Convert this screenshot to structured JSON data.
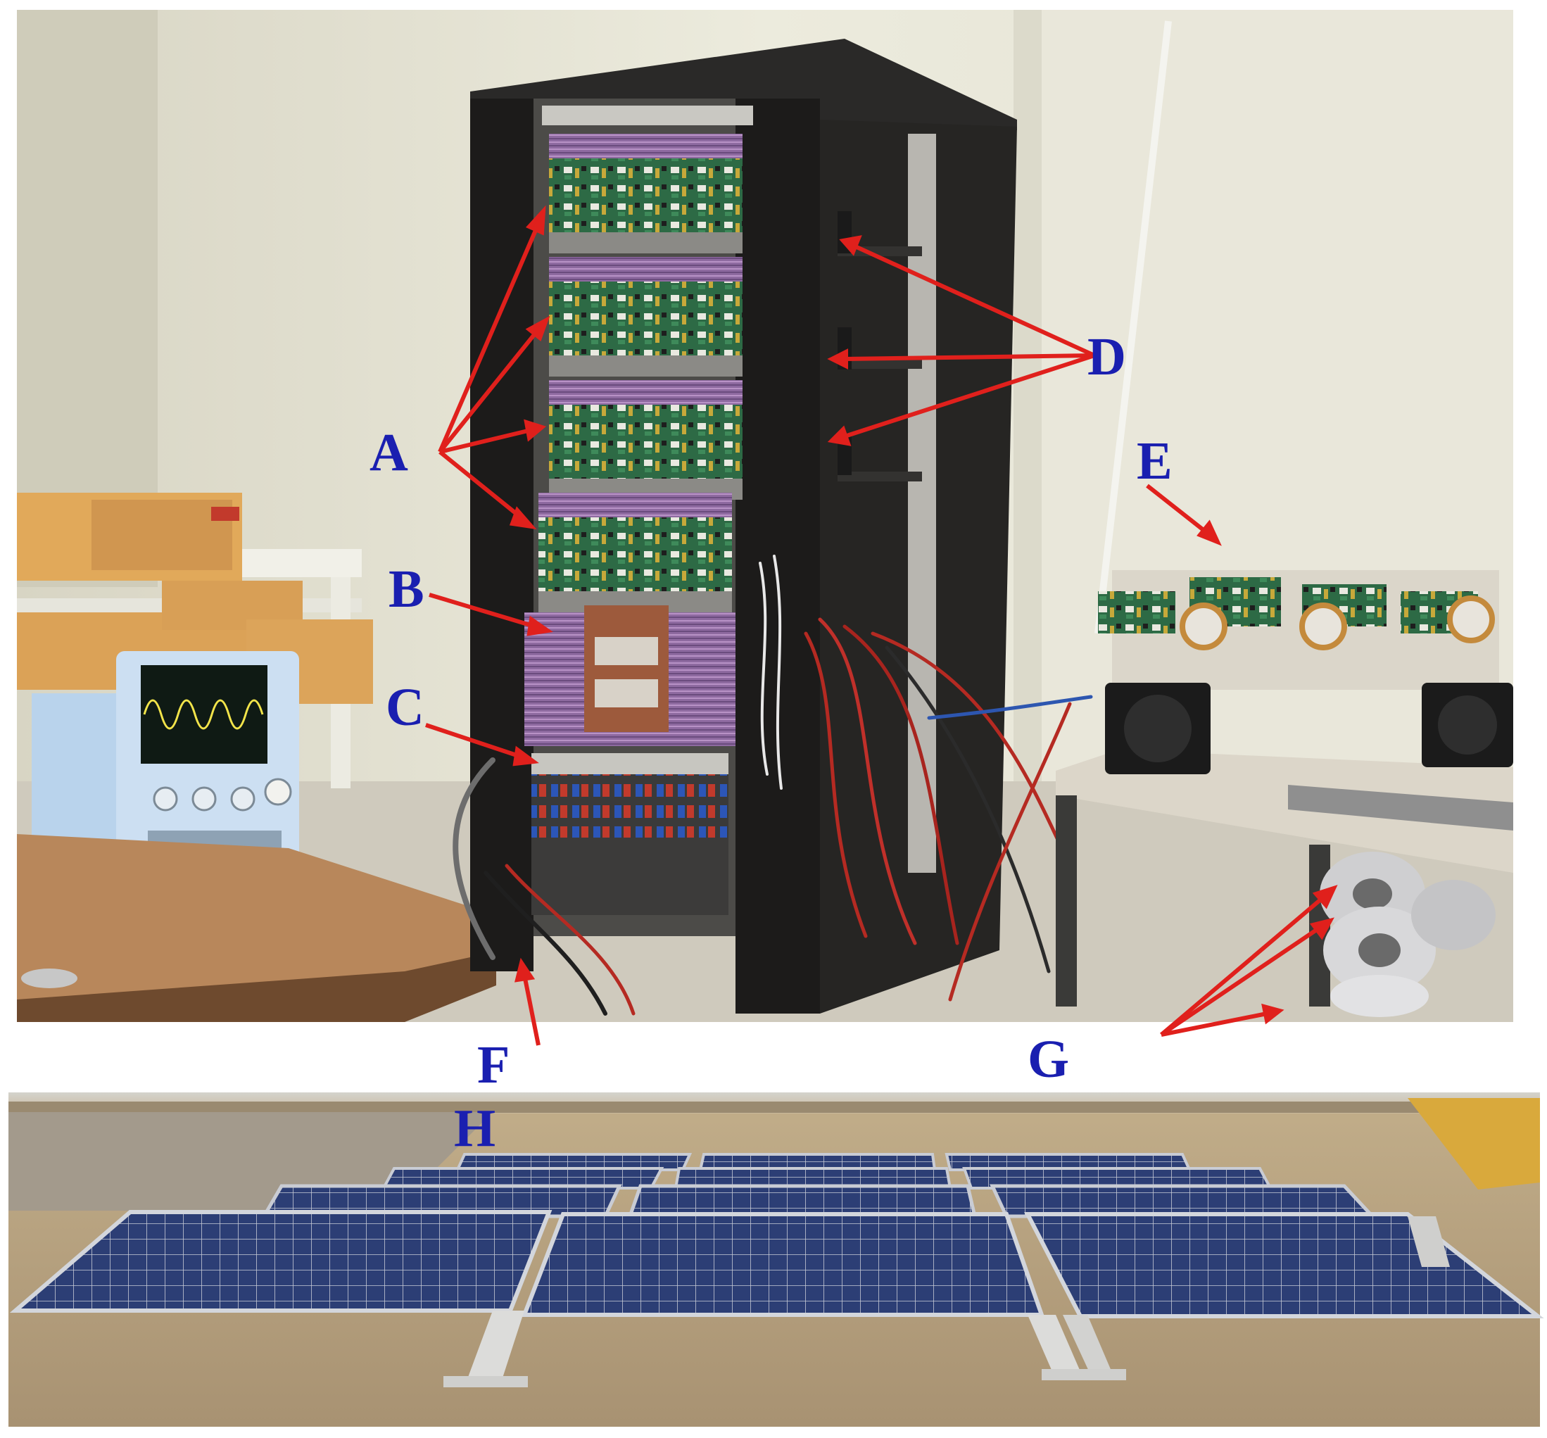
{
  "colors": {
    "label": "#1a1fb0",
    "arrow": "#e0201c",
    "wall": "#e8e6d6",
    "rack": "#1c1b1a",
    "panel": "#2d3f74",
    "ground": "#b19d7c",
    "sky": "#d9d8d2"
  },
  "labels": {
    "a": "A",
    "b": "B",
    "c": "C",
    "d": "D",
    "e": "E",
    "f": "F",
    "g": "G",
    "h": "H"
  }
}
